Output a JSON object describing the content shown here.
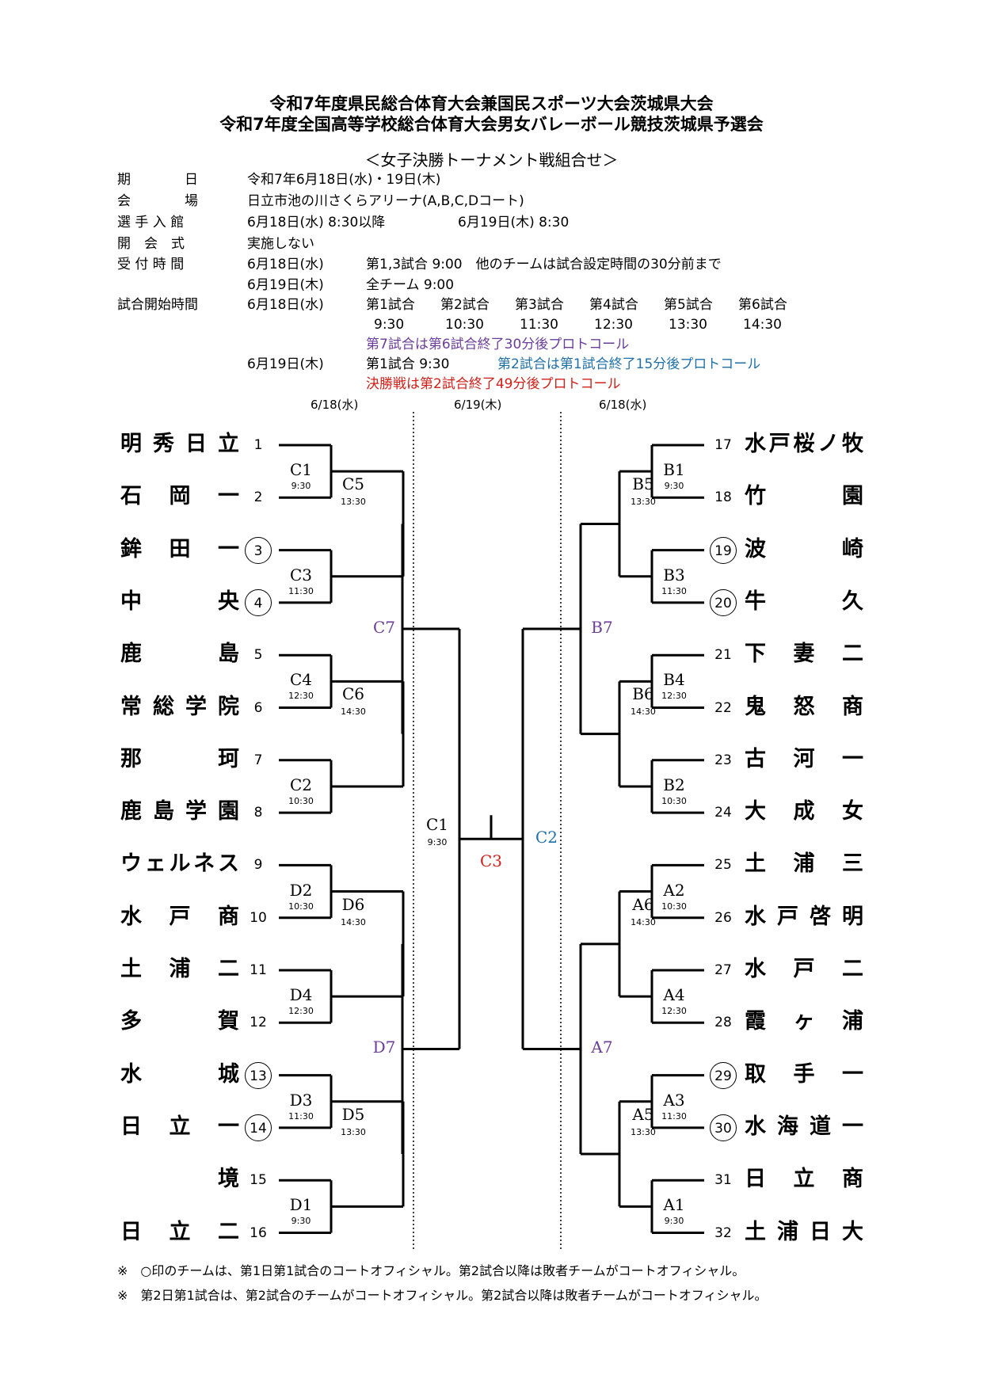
{
  "title1": "令和7年度県民総合体育大会兼国民スポーツ大会茨城県大会",
  "title2": "令和7年度全国高等学校総合体育大会男女バレーボール競技茨城県予選会",
  "subtitle": "＜女子決勝トーナメント戦組合せ＞",
  "info": {
    "date_label": "期　　　　日",
    "date_value": "令和7年6月18日(水)・19日(木)",
    "venue_label": "会　　　　場",
    "venue_value": "日立市池の川さくらアリーナ(A,B,C,Dコート)",
    "entry_label": "選 手 入 館",
    "entry_value1": "6月18日(水) 8:30以降",
    "entry_value2": "6月19日(木) 8:30",
    "opening_label": "開　会　式",
    "opening_value": "実施しない",
    "reception_label": "受 付 時 間",
    "reception_day1": "6月18日(水)",
    "reception_day1_text": "第1,3試合 9:00　他のチームは試合設定時間の30分前まで",
    "reception_day2": "6月19日(木)",
    "reception_day2_text": "全チーム 9:00",
    "start_label": "試合開始時間",
    "start_day1": "6月18日(水)",
    "match_names": [
      "第1試合",
      "第2試合",
      "第3試合",
      "第4試合",
      "第5試合",
      "第6試合"
    ],
    "match_times": [
      "9:30",
      "10:30",
      "11:30",
      "12:30",
      "13:30",
      "14:30"
    ],
    "match7_note": "第7試合は第6試合終了30分後プロトコール",
    "start_day2": "6月19日(木)",
    "day2_match1": "第1試合 9:30",
    "day2_match2_note": "第2試合は第1試合終了15分後プロトコール",
    "final_note": "決勝戦は第2試合終了49分後プロトコール"
  },
  "bracket": {
    "date_left": "6/18(水)",
    "date_center": "6/19(木)",
    "date_right": "6/18(水)",
    "left_teams": [
      {
        "name": "明秀日立",
        "num": "1",
        "circled": false
      },
      {
        "name": "石岡一",
        "num": "2",
        "circled": false
      },
      {
        "name": "鉾田一",
        "num": "3",
        "circled": true
      },
      {
        "name": "中央",
        "num": "4",
        "circled": true
      },
      {
        "name": "鹿島",
        "num": "5",
        "circled": false
      },
      {
        "name": "常総学院",
        "num": "6",
        "circled": false
      },
      {
        "name": "那珂",
        "num": "7",
        "circled": false
      },
      {
        "name": "鹿島学園",
        "num": "8",
        "circled": false
      },
      {
        "name": "ウェルネス",
        "num": "9",
        "circled": false
      },
      {
        "name": "水戸商",
        "num": "10",
        "circled": false
      },
      {
        "name": "土浦二",
        "num": "11",
        "circled": false
      },
      {
        "name": "多賀",
        "num": "12",
        "circled": false
      },
      {
        "name": "水城",
        "num": "13",
        "circled": true
      },
      {
        "name": "日立一",
        "num": "14",
        "circled": true
      },
      {
        "name": "境",
        "num": "15",
        "circled": false
      },
      {
        "name": "日立二",
        "num": "16",
        "circled": false
      }
    ],
    "right_teams": [
      {
        "name": "水戸桜ノ牧",
        "num": "17",
        "circled": false
      },
      {
        "name": "竹園",
        "num": "18",
        "circled": false
      },
      {
        "name": "波崎",
        "num": "19",
        "circled": true
      },
      {
        "name": "牛久",
        "num": "20",
        "circled": true
      },
      {
        "name": "下妻二",
        "num": "21",
        "circled": false
      },
      {
        "name": "鬼怒商",
        "num": "22",
        "circled": false
      },
      {
        "name": "古河一",
        "num": "23",
        "circled": false
      },
      {
        "name": "大成女",
        "num": "24",
        "circled": false
      },
      {
        "name": "土浦三",
        "num": "25",
        "circled": false
      },
      {
        "name": "水戸啓明",
        "num": "26",
        "circled": false
      },
      {
        "name": "水戸二",
        "num": "27",
        "circled": false
      },
      {
        "name": "霞ヶ浦",
        "num": "28",
        "circled": false
      },
      {
        "name": "取手一",
        "num": "29",
        "circled": true
      },
      {
        "name": "水海道一",
        "num": "30",
        "circled": true
      },
      {
        "name": "日立商",
        "num": "31",
        "circled": false
      },
      {
        "name": "土浦日大",
        "num": "32",
        "circled": false
      }
    ],
    "left_r1": [
      {
        "label": "C1",
        "time": "9:30"
      },
      {
        "label": "C3",
        "time": "11:30"
      },
      {
        "label": "C4",
        "time": "12:30"
      },
      {
        "label": "C2",
        "time": "10:30"
      },
      {
        "label": "D2",
        "time": "10:30"
      },
      {
        "label": "D4",
        "time": "12:30"
      },
      {
        "label": "D3",
        "time": "11:30"
      },
      {
        "label": "D1",
        "time": "9:30"
      }
    ],
    "left_r2": [
      {
        "label": "C5",
        "time": "13:30"
      },
      {
        "label": "C6",
        "time": "14:30"
      },
      {
        "label": "D6",
        "time": "14:30"
      },
      {
        "label": "D5",
        "time": "13:30"
      }
    ],
    "left_r3": [
      {
        "label": "C7"
      },
      {
        "label": "D7"
      }
    ],
    "right_r1": [
      {
        "label": "B1",
        "time": "9:30"
      },
      {
        "label": "B3",
        "time": "11:30"
      },
      {
        "label": "B4",
        "time": "12:30"
      },
      {
        "label": "B2",
        "time": "10:30"
      },
      {
        "label": "A2",
        "time": "10:30"
      },
      {
        "label": "A4",
        "time": "12:30"
      },
      {
        "label": "A3",
        "time": "11:30"
      },
      {
        "label": "A1",
        "time": "9:30"
      }
    ],
    "right_r2": [
      {
        "label": "B5",
        "time": "13:30"
      },
      {
        "label": "B6",
        "time": "14:30"
      },
      {
        "label": "A6",
        "time": "14:30"
      },
      {
        "label": "A5",
        "time": "13:30"
      }
    ],
    "right_r3": [
      {
        "label": "B7"
      },
      {
        "label": "A7"
      }
    ],
    "semi_left": {
      "label": "C1",
      "time": "9:30"
    },
    "semi_right": {
      "label": "C2"
    },
    "final": {
      "label": "C3"
    }
  },
  "notes": [
    "※　○印のチームは、第1日第1試合のコートオフィシャル。第2試合以降は敗者チームがコートオフィシャル。",
    "※　第2日第1試合は、第2試合のチームがコートオフィシャル。第2試合以降は敗者チームがコートオフィシャル。"
  ],
  "colors": {
    "purple": "#6a3d9a",
    "blue": "#1f6fa8",
    "red": "#d0201a"
  }
}
